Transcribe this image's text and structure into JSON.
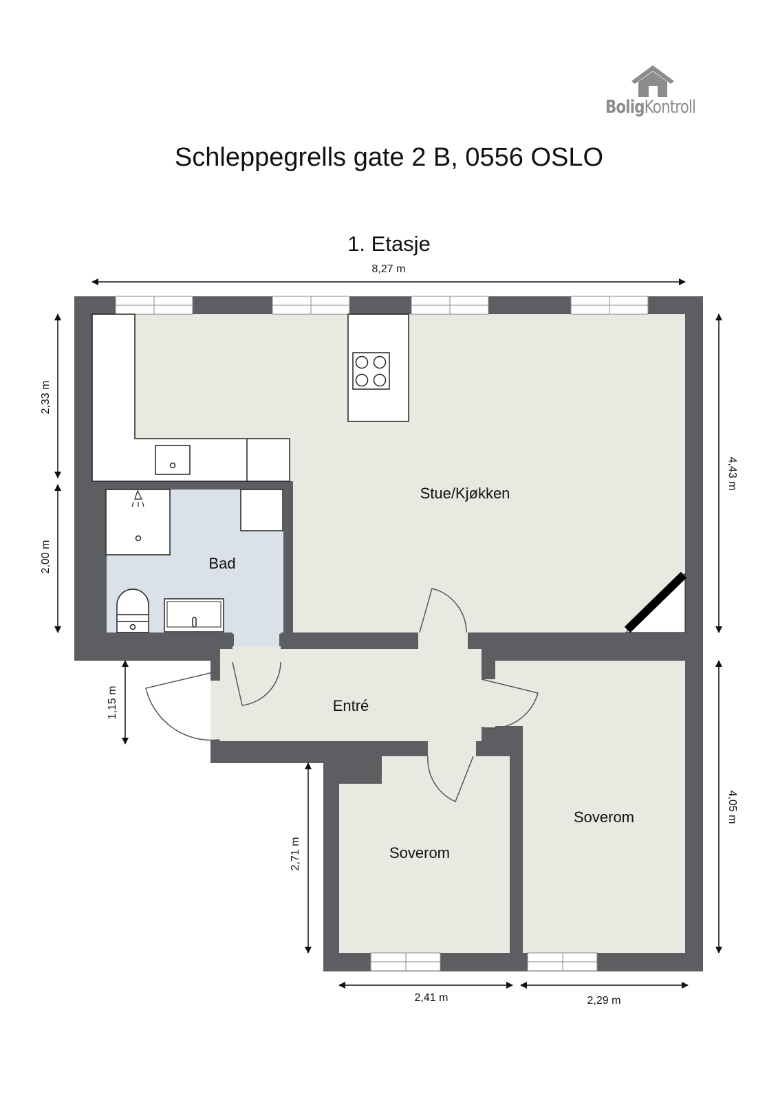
{
  "logo": {
    "brand_bold": "Bolig",
    "brand_light": "Kontroll",
    "icon": "house-icon"
  },
  "header": {
    "title": "Schleppegrells gate 2 B, 0556 OSLO",
    "floor": "1. Etasje"
  },
  "colors": {
    "wall": "#5c5e62",
    "floor": "#e9e9e2",
    "bathroom": "#dbe1e9",
    "fixture": "#ffffff",
    "line": "#222222"
  },
  "rooms": {
    "living_kitchen": "Stue/Kjøkken",
    "bathroom": "Bad",
    "entrance": "Entré",
    "bedroom_left": "Soverom",
    "bedroom_right": "Soverom"
  },
  "dimensions": {
    "total_width": "8,27 m",
    "left_upper": "2,33 m",
    "left_lower": "2,00 m",
    "entrance_height": "1,15 m",
    "right_upper": "4,43 m",
    "right_lower": "4,05 m",
    "bedroom_left_height": "2,71 m",
    "bedroom_left_width": "2,41 m",
    "bedroom_right_width": "2,29 m"
  }
}
